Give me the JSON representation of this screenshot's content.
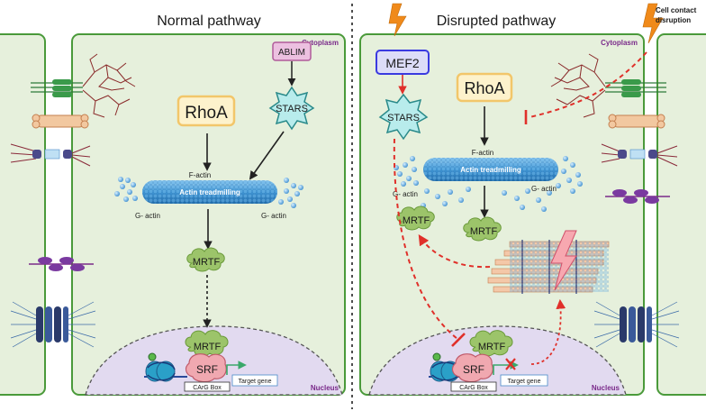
{
  "titles": {
    "normal": "Normal pathway",
    "disrupted": "Disrupted pathway"
  },
  "compartments": {
    "cytoplasm": "Cytoplasm",
    "nucleus": "Nucleus"
  },
  "stimulus": {
    "cell_contact_line1": "Cell contact",
    "cell_contact_line2": "disruption"
  },
  "proteins": {
    "rhoa": "RhoA",
    "ablim": "ABLIM",
    "stars": "STARS",
    "mef2": "MEF2",
    "mrtf": "MRTF",
    "srf": "SRF"
  },
  "actin": {
    "f_actin": "F-actin",
    "g_actin": "G- actin",
    "treadmilling": "Actin treadmilling"
  },
  "dna": {
    "carg_box": "CArG Box",
    "target_gene": "Target gene"
  },
  "colors": {
    "cell_border": "#4a9a3a",
    "cell_fill": "#e6f0dc",
    "nucleus_fill": "#e2daf0",
    "rhoa_box": "#f2c66a",
    "ablim_box": "#d98ac2",
    "mef2_box": "#3a3ae0",
    "stars_fill": "#b8ecec",
    "mrtf_fill": "#9cc46a",
    "srf_fill": "#f0a8b0",
    "inhibit_red": "#e0302a",
    "lightning": "#f08a1a"
  }
}
